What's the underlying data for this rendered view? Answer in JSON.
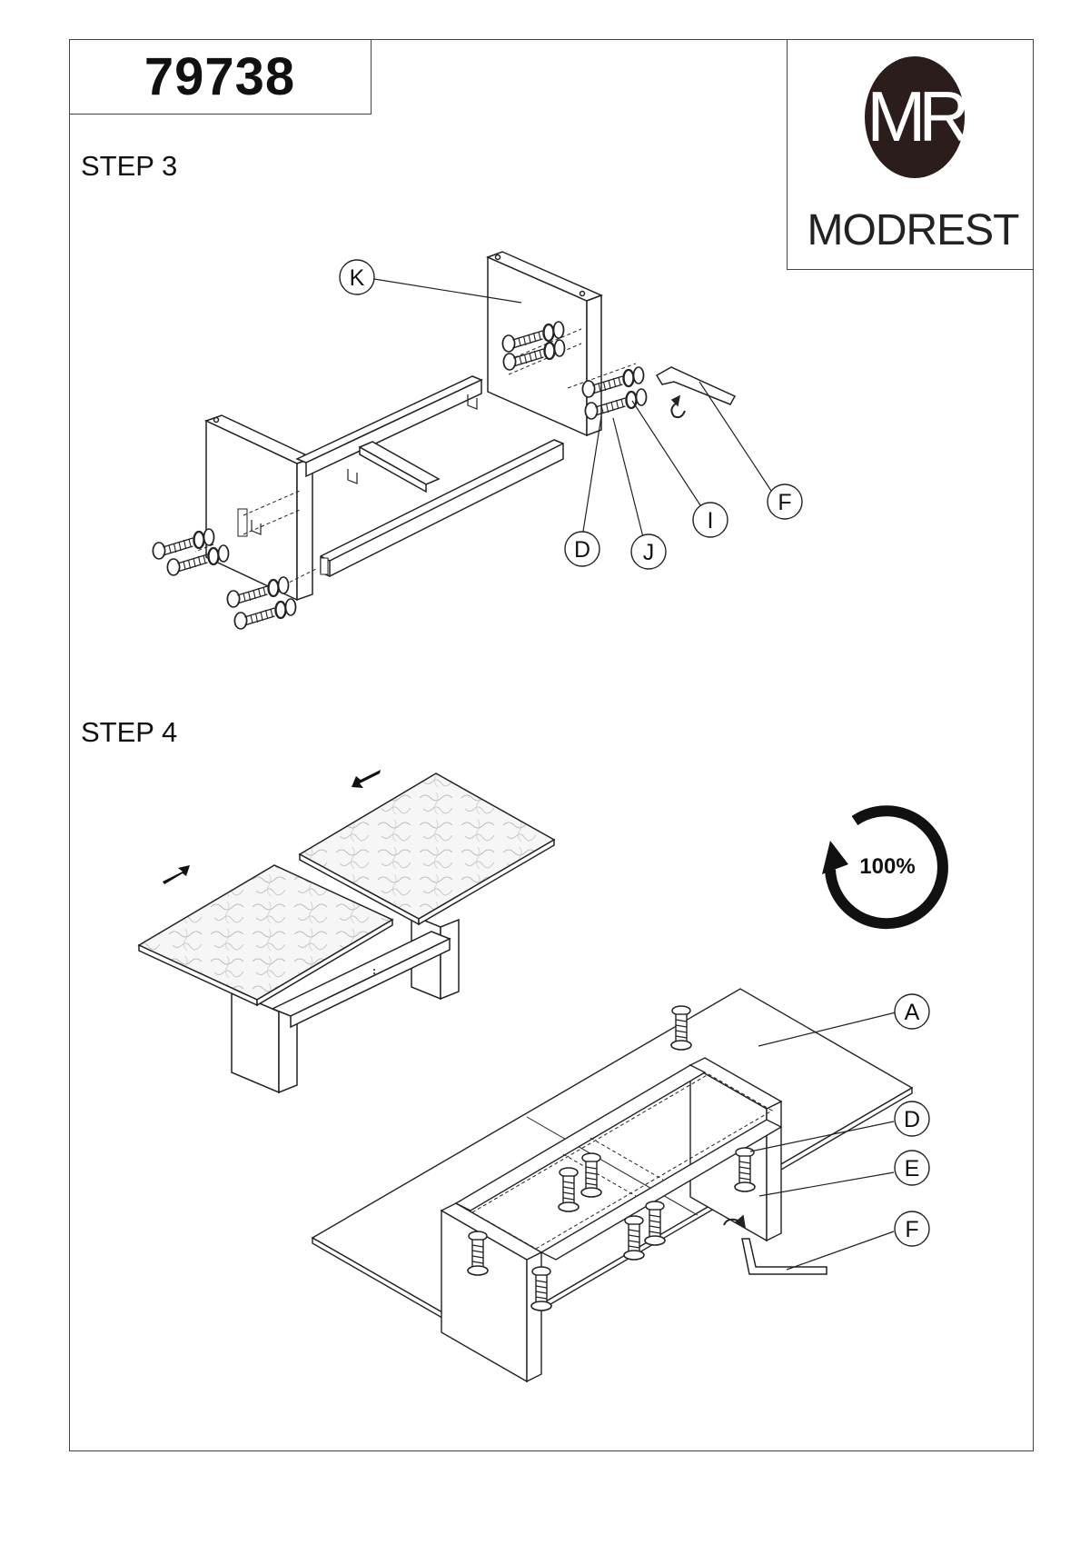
{
  "header": {
    "model_number": "79738",
    "brand_initials": "MR",
    "brand_name": "MODREST"
  },
  "steps": [
    {
      "title": "STEP 3",
      "callouts": [
        "K",
        "D",
        "J",
        "I",
        "F"
      ]
    },
    {
      "title": "STEP 4",
      "badge": "100%",
      "callouts": [
        "A",
        "D",
        "E",
        "F"
      ]
    }
  ]
}
